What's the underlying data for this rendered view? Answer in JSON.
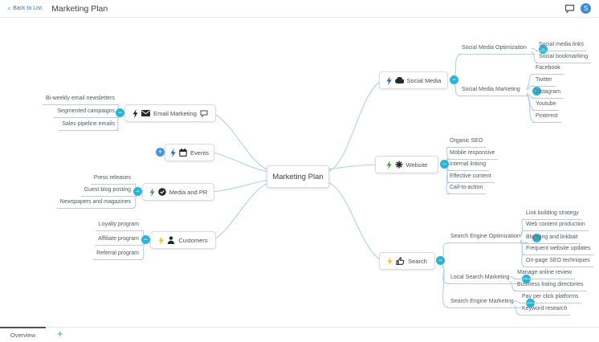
{
  "header": {
    "back_label": "Back to List",
    "title": "Marketing Plan",
    "avatar_initial": "S",
    "icons": [
      "comments-icon",
      "avatar"
    ]
  },
  "footer": {
    "tab_label": "Overview",
    "add_label": "+"
  },
  "ui": {
    "collapse_glyph": "−",
    "expand_glyph": "+",
    "back_chevron": "‹"
  },
  "colors": {
    "accent_blue": "#3577bf",
    "collapse_teal": "#29b3d4",
    "expand_blue": "#4b96d2",
    "connector_blue": "#aed3e9",
    "underline_gray": "#c4c9ce",
    "bolt_blue": "#2a65c9",
    "bolt_green": "#3fa53f",
    "bolt_yellow": "#f2c320",
    "bolt_black": "#25282c",
    "avatar_blue": "#3d8bd4"
  },
  "map": {
    "root_label": "Marketing Plan",
    "branches": [
      {
        "label": "Social Media",
        "icon": "cloud-icon",
        "bolt": "blue",
        "topics": [
          {
            "label": "Social Media Optimizaiton",
            "children": [
              "Social media links",
              "Social bookmarking"
            ]
          },
          {
            "label": "Social Media Marketing",
            "children": [
              "Facebook",
              "Twitter",
              "Instagram",
              "Youtube",
              "Pinterest"
            ]
          }
        ]
      },
      {
        "label": "Website",
        "icon": "gear-icon",
        "bolt": "green",
        "children": [
          "Organic SEO",
          "Mobile responsive",
          "Internal linking",
          "Effective content",
          "Call-to-action"
        ]
      },
      {
        "label": "Search",
        "icon": "thumb-icon",
        "bolt": "yellow",
        "topics": [
          {
            "label": "Search Engine Optimization",
            "children": [
              "Link building strategy",
              "Web content production",
              "Blogging and linkbait",
              "Frequent website updates",
              "On-page SEO techniques"
            ]
          },
          {
            "label": "Local Search Marketing",
            "children": [
              "Manage online review",
              "Business listing directories"
            ]
          },
          {
            "label": "Search Engine Marketing",
            "children": [
              "Pay per click platforms",
              "Keyword research"
            ]
          }
        ]
      },
      {
        "label": "Email Marketing",
        "icon": "envelope-icon",
        "bolt": "black",
        "has_comment": true,
        "children": [
          "Bi-weekly email newsletters",
          "Segmented campaigns",
          "Sales pipeline emails"
        ]
      },
      {
        "label": "Events",
        "icon": "calendar-icon",
        "bolt": "blue",
        "collapsed": true
      },
      {
        "label": "Media and PR",
        "icon": "media-icon",
        "bolt": "green",
        "children": [
          "Press releases",
          "Guest blog posting",
          "Newspapers and magazines"
        ]
      },
      {
        "label": "Customers",
        "icon": "person-icon",
        "bolt": "yellow",
        "children": [
          "Loyalty program",
          "Affiliate program",
          "Referral program"
        ]
      }
    ]
  }
}
